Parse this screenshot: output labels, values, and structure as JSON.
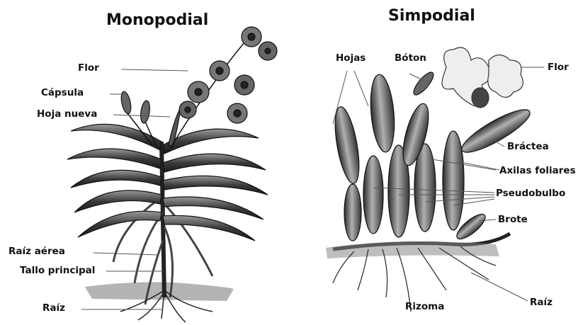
{
  "diagrams": [
    {
      "title": "Monopodial",
      "labels": {
        "flor": "Flor",
        "capsula": "Cápsula",
        "hoja_nueva": "Hoja nueva",
        "raiz_aerea": "Raíz aérea",
        "tallo_principal": "Tallo principal",
        "raiz": "Raíz"
      }
    },
    {
      "title": "Simpodial",
      "labels": {
        "hojas": "Hojas",
        "boton": "Bóton",
        "flor": "Flor",
        "bractea": "Bráctea",
        "axilas_foliares": "Axilas foliares",
        "pseudobulbo": "Pseudobulbo",
        "brote": "Brote",
        "rizoma": "Rizoma",
        "raiz": "Raíz"
      }
    }
  ]
}
